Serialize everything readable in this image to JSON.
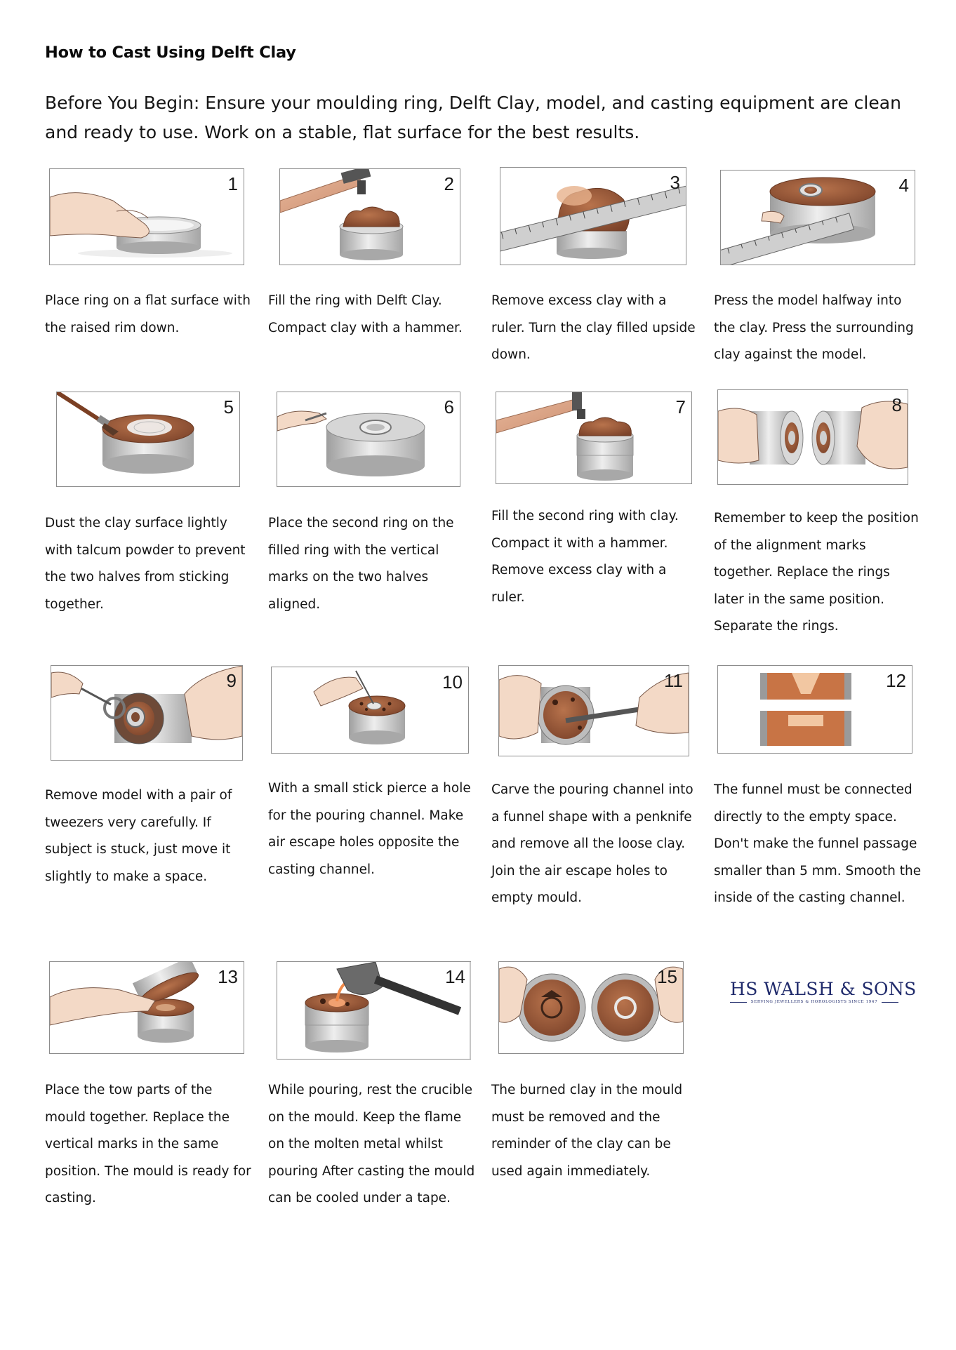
{
  "page": {
    "title": "How to Cast Using Delft Clay",
    "intro": "Before You Begin: Ensure your moulding ring, Delft Clay, model, and casting equipment are clean and ready to use. Work on a stable, flat surface for the best results."
  },
  "steps": [
    {
      "number": "1",
      "caption": "Place ring on a flat surface with the raised rim down.",
      "illustration": "hand-placing-ring"
    },
    {
      "number": "2",
      "caption": "Fill the ring with Delft Clay. Compact clay with a hammer.",
      "illustration": "hammer-compacting-clay"
    },
    {
      "number": "3",
      "caption": "Remove excess clay with a ruler. Turn the clay filled upside down.",
      "illustration": "ruler-scraping-clay"
    },
    {
      "number": "4",
      "caption": "Press the model halfway into the clay. Press the surrounding clay against the model.",
      "illustration": "ruler-pressing-model"
    },
    {
      "number": "5",
      "caption": "Dust the clay surface lightly with talcum powder to prevent the two halves from sticking together.",
      "illustration": "brush-dusting-talc"
    },
    {
      "number": "6",
      "caption": "Place the second ring on the filled ring with the vertical marks on the two halves aligned.",
      "illustration": "second-ring-placed"
    },
    {
      "number": "7",
      "caption": "Fill the second ring with clay. Compact it with a hammer. Remove excess clay with a ruler.",
      "illustration": "hammer-second-ring"
    },
    {
      "number": "8",
      "caption": "Remember to keep the position of the alignment marks together. Replace the rings later in the same position. Separate the rings.",
      "illustration": "hands-separating-rings"
    },
    {
      "number": "9",
      "caption": "Remove model with a pair of tweezers very carefully. If subject is stuck, just move it slightly to make a space.",
      "illustration": "tweezers-removing-model"
    },
    {
      "number": "10",
      "caption": "With a small stick pierce a hole for the pouring channel. Make air escape holes opposite the casting channel.",
      "illustration": "stick-piercing-holes"
    },
    {
      "number": "11",
      "caption": "Carve the pouring channel into a funnel shape with a penknife and remove all the loose clay. Join the air escape holes to empty mould.",
      "illustration": "penknife-carving-funnel"
    },
    {
      "number": "12",
      "caption": "The funnel must be connected directly to the empty space. Don't make the funnel passage smaller than 5 mm. Smooth the inside of the casting channel.",
      "illustration": "funnel-cross-section"
    },
    {
      "number": "13",
      "caption": "Place the tow parts of the mould together. Replace the vertical marks in the same position. The mould is ready for casting.",
      "illustration": "joining-mould-halves"
    },
    {
      "number": "14",
      "caption": "While pouring, rest the crucible on the mould. Keep the flame on the molten metal whilst pouring After casting the mould can be cooled under a tape.",
      "illustration": "crucible-pouring-metal"
    },
    {
      "number": "15",
      "caption": "The burned clay in the mould must be removed and the reminder of the clay can be used again immediately.",
      "illustration": "opened-mould-halves"
    }
  ],
  "logo": {
    "name": "HS WALSH & SONS",
    "tagline": "SERVING JEWELLERS & HOROLOGISTS SINCE 1947"
  },
  "colors": {
    "clay": "#9a5a3a",
    "ring_metal": "#c9c9c9",
    "brand_navy": "#1f2a6b",
    "panel_border": "#8c8c8c"
  }
}
